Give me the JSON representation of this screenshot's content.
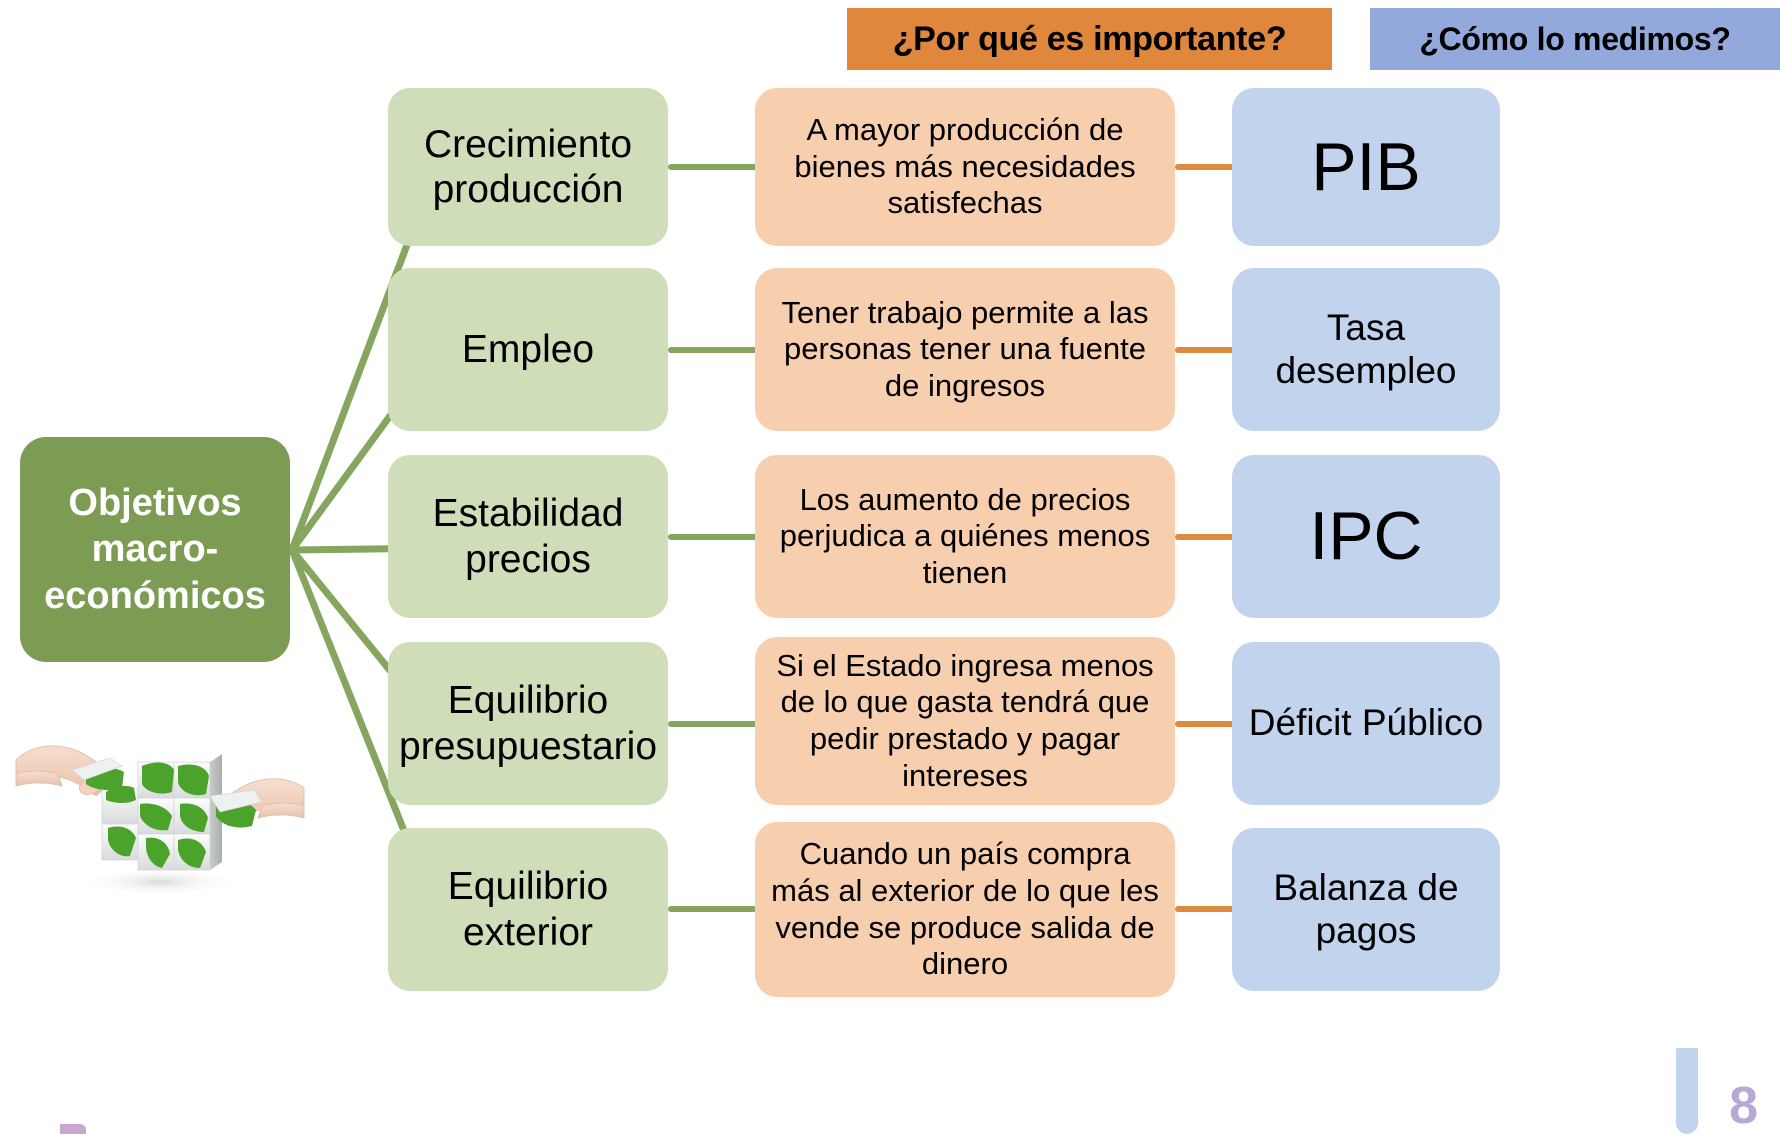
{
  "slide": {
    "page_number": "8",
    "illustration": "world-map-cube-puzzle-hands-image"
  },
  "headers": {
    "why": "¿Por qué es importante?",
    "how": "¿Cómo lo medimos?"
  },
  "hub": {
    "label": "Objetivos macro-económicos",
    "line1": "Objetivos",
    "line2": "macro-",
    "line3": "económicos"
  },
  "rows": [
    {
      "objective": "Crecimiento producción",
      "reason": "A mayor producción de bienes más necesidades satisfechas",
      "measure": "PIB",
      "measure_big": true
    },
    {
      "objective": "Empleo",
      "reason": "Tener trabajo permite a las personas tener una fuente de ingresos",
      "measure": "Tasa desempleo",
      "measure_big": false
    },
    {
      "objective": "Estabilidad precios",
      "reason": "Los aumento de precios perjudica a quiénes menos tienen",
      "measure": "IPC",
      "measure_big": true
    },
    {
      "objective": "Equilibrio presupuestario",
      "reason": "Si el Estado ingresa menos de lo que gasta tendrá que pedir prestado y pagar intereses",
      "measure": "Déficit Público",
      "measure_big": false
    },
    {
      "objective": "Equilibrio exterior",
      "reason": "Cuando un país compra más al exterior de lo que les vende se produce salida de dinero",
      "measure": "Balanza de pagos",
      "measure_big": false
    }
  ],
  "colors": {
    "hub_green": "#7C9C54",
    "objective_green": "#CFDEB8",
    "reason_peach": "#F7CFAE",
    "measure_blue": "#C2D4ED",
    "header_orange": "#E0873E",
    "header_blue": "#93A9DC",
    "connector_green": "#86A55E",
    "connector_orange": "#DE8A3F",
    "page_number_purple": "#B9A7D6"
  }
}
